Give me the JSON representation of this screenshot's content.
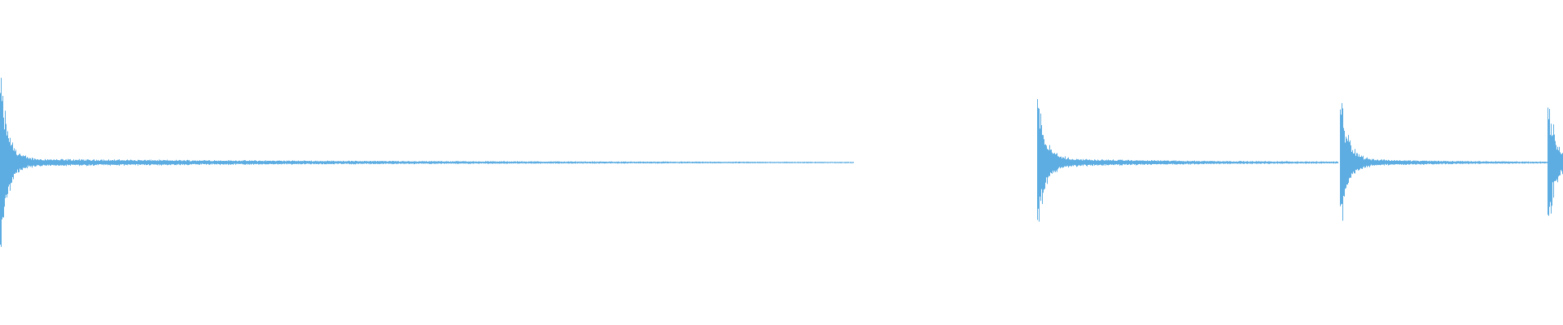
{
  "waveform": {
    "color": "#5DADE2",
    "duration_seconds": 4.0,
    "peak_amplitude": 1.0,
    "segments": [
      {
        "start": 0.0,
        "end": 2.185,
        "peak": 1.0,
        "sustain": 0.04,
        "tail": 0.003
      },
      {
        "start": 2.655,
        "end": 3.425,
        "peak": 0.82,
        "sustain": 0.045,
        "tail": 0.006
      },
      {
        "start": 3.43,
        "end": 3.96,
        "peak": 0.8,
        "sustain": 0.04,
        "tail": 0.006
      },
      {
        "start": 3.96,
        "end": 4.0,
        "peak": 0.76,
        "sustain": 0.06,
        "tail": 0.01
      }
    ]
  }
}
